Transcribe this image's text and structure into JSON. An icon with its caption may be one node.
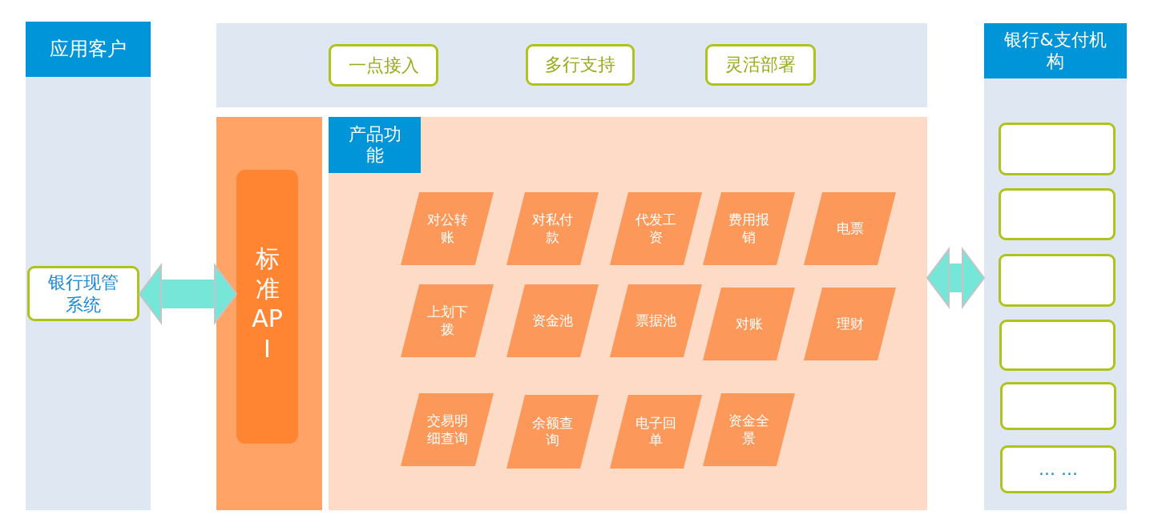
{
  "diagram": {
    "nodes": [
      {
        "text": [
          "应用客户"
        ]
      },
      {
        "text": [
          "银行现管系统"
        ],
        "in": 0
      },
      {
        "text": [],
        "shape": "band"
      },
      {
        "text": [
          "一点接入"
        ],
        "in": 2
      },
      {
        "text": [
          "多行支持"
        ],
        "in": 2
      },
      {
        "text": [
          "灵活部署"
        ],
        "in": 2
      },
      {
        "text": [],
        "shape": "box"
      },
      {
        "text": [
          "标准API"
        ],
        "in": 6
      },
      {
        "text": [
          "产品功能"
        ]
      },
      {
        "text": [
          "对公转账"
        ],
        "in": 8
      },
      {
        "text": [
          "对私付款"
        ],
        "in": 8
      },
      {
        "text": [
          "代发工资"
        ],
        "in": 8
      },
      {
        "text": [
          "费用报销"
        ],
        "in": 8
      },
      {
        "text": [
          "电票"
        ],
        "in": 8
      },
      {
        "text": [
          "上划下拨"
        ],
        "in": 8
      },
      {
        "text": [
          "资金池"
        ],
        "in": 8
      },
      {
        "text": [
          "票据池"
        ],
        "in": 8
      },
      {
        "text": [
          "对账"
        ],
        "in": 8
      },
      {
        "text": [
          "理财"
        ],
        "in": 8
      },
      {
        "text": [
          "交易明细查询"
        ],
        "in": 8
      },
      {
        "text": [
          "余额查询"
        ],
        "in": 8
      },
      {
        "text": [
          "电子回单"
        ],
        "in": 8
      },
      {
        "text": [
          "资金全景"
        ],
        "in": 8
      },
      {
        "text": [
          "银行&支付机构"
        ]
      },
      {
        "text": [],
        "shape": "box",
        "in": 23
      },
      {
        "text": [],
        "shape": "box",
        "in": 23
      },
      {
        "text": [],
        "shape": "box",
        "in": 23
      },
      {
        "text": [],
        "shape": "box",
        "in": 23
      },
      {
        "text": [],
        "shape": "box",
        "in": 23
      },
      {
        "text": [
          "... ..."
        ],
        "in": 23
      }
    ],
    "edges": [
      {
        "from": 1,
        "to": 7,
        "arrow": "both"
      },
      {
        "from": 8,
        "to": 23,
        "arrow": "both"
      }
    ]
  }
}
